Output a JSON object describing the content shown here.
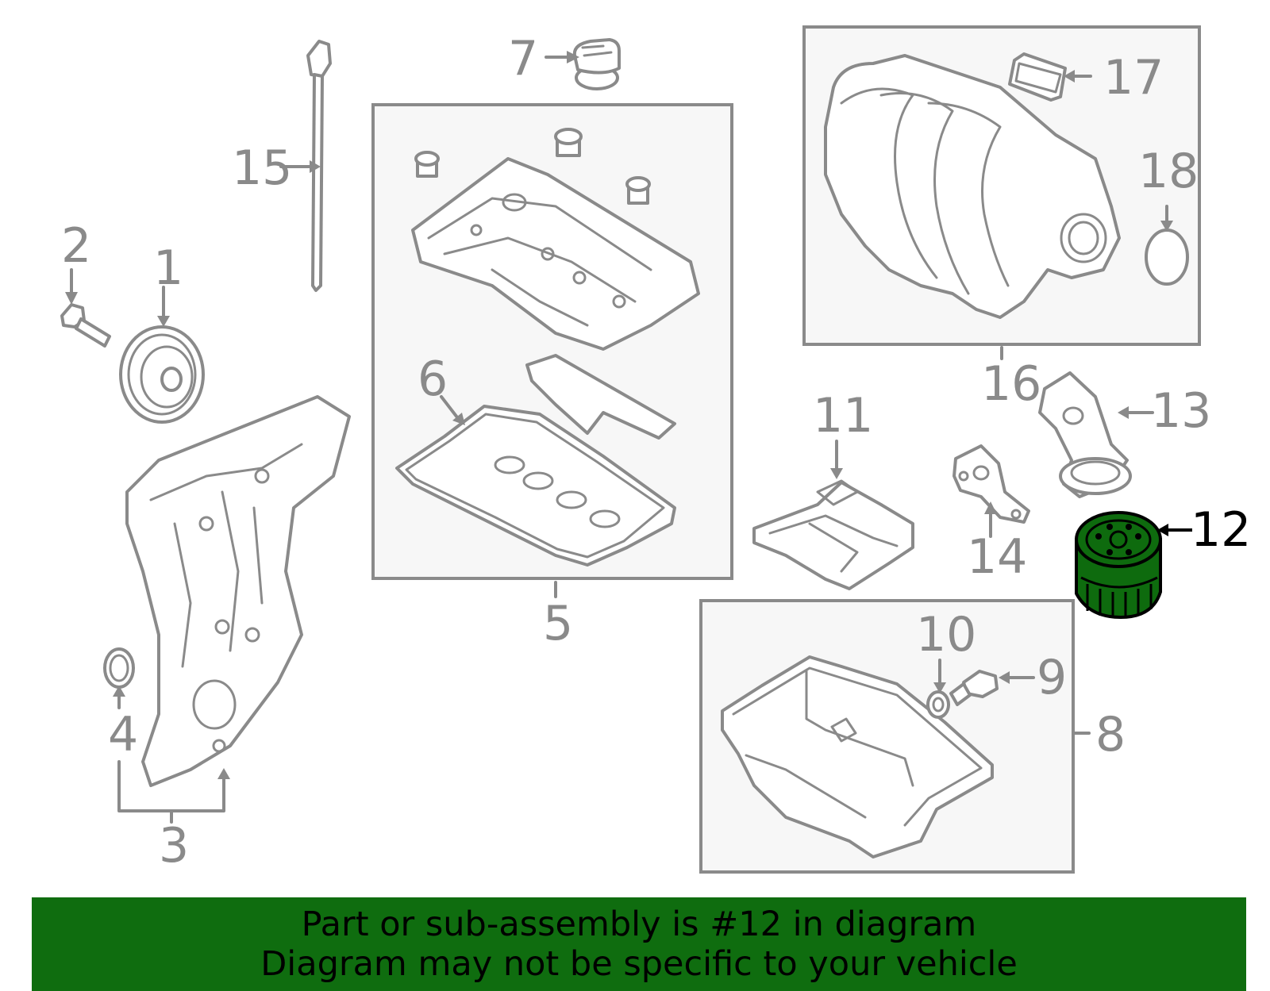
{
  "callouts": {
    "c1": "1",
    "c2": "2",
    "c3": "3",
    "c4": "4",
    "c5": "5",
    "c6": "6",
    "c7": "7",
    "c8": "8",
    "c9": "9",
    "c10": "10",
    "c11": "11",
    "c12": "12",
    "c13": "13",
    "c14": "14",
    "c15": "15",
    "c16": "16",
    "c17": "17",
    "c18": "18"
  },
  "highlighted_part": "12",
  "colors": {
    "highlight": "#0e6b0e",
    "banner": "#0f6d0f",
    "line": "#8a8a8a"
  },
  "banner": {
    "line1": "Part or sub-assembly is #12 in diagram",
    "line2": "Diagram may not be specific to your vehicle"
  }
}
